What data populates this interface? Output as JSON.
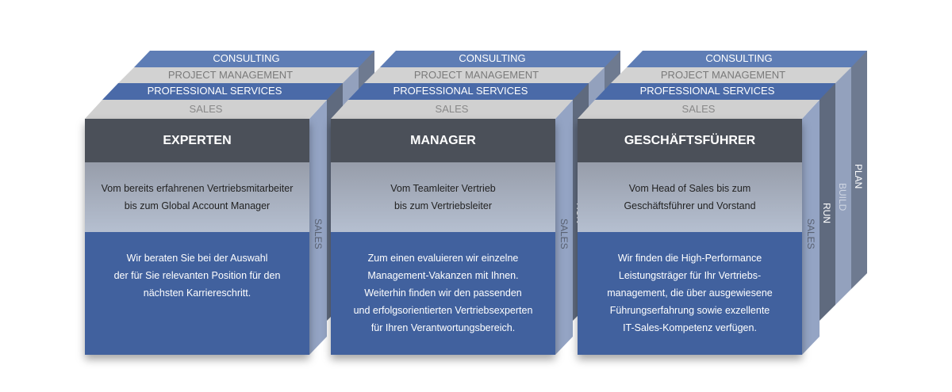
{
  "layers": {
    "consulting": "CONSULTING",
    "project_management": "PROJECT MANAGEMENT",
    "professional_services": "PROFESSIONAL SERVICES",
    "sales": "SALES"
  },
  "sides": {
    "sales": "SALES",
    "run": "RUN",
    "build": "BUILD",
    "plan": "PLAN"
  },
  "cubes": [
    {
      "title": "EXPERTEN",
      "sub": [
        "Vom bereits erfahrenen Vertriebsmitarbeiter",
        "bis zum Global Account Manager"
      ],
      "body": [
        "Wir beraten Sie bei der Auswahl",
        "der für Sie relevanten Position für den",
        "nächsten Karriereschritt."
      ]
    },
    {
      "title": "MANAGER",
      "sub": [
        "Vom Teamleiter Vertrieb",
        "bis zum Vertriebsleiter"
      ],
      "body": [
        "Zum einen evaluieren wir einzelne",
        "Management-Vakanzen mit Ihnen.",
        "Weiterhin finden wir den passenden",
        "und erfolgsorientierten Vertriebsexperten",
        "für Ihren Verantwortungsbereich."
      ]
    },
    {
      "title": "GESCHÄFTSFÜHRER",
      "sub": [
        "Vom Head of Sales bis zum",
        "Geschäftsführer und Vorstand"
      ],
      "body": [
        "Wir finden die High-Performance",
        "Leistungsträger für Ihr Vertriebs-",
        "management, die über ausgewiesene",
        "Führungserfahrung sowie exzellente",
        "IT-Sales-Kompetenz verfügen."
      ]
    }
  ],
  "colors": {
    "blue": "#41619e",
    "dark": "#4b5059",
    "light": "#d3d3d3"
  }
}
